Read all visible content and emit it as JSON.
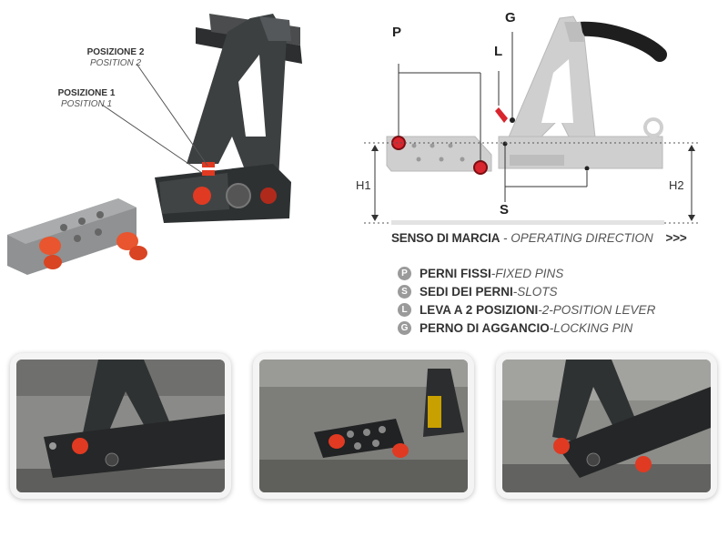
{
  "callouts": {
    "position2_it": "POSIZIONE 2",
    "position2_en": "POSITION 2",
    "position1_it": "POSIZIONE 1",
    "position1_en": "POSITION 1"
  },
  "diagram": {
    "label_p": "P",
    "label_g": "G",
    "label_l": "L",
    "label_s": "S",
    "label_h1": "H1",
    "label_h2": "H2"
  },
  "direction": {
    "it": "SENSO DI MARCIA",
    "sep": " - ",
    "en": "OPERATING DIRECTION",
    "arrows": ">>>"
  },
  "legend": [
    {
      "icon": "P",
      "it": "PERNI FISSI",
      "sep": " - ",
      "en": "FIXED PINS"
    },
    {
      "icon": "S",
      "it": "SEDI DEI PERNI",
      "sep": " - ",
      "en": "SLOTS"
    },
    {
      "icon": "L",
      "it": "LEVA A 2 POSIZIONI",
      "sep": " - ",
      "en": "2-POSITION LEVER"
    },
    {
      "icon": "G",
      "it": "PERNO DI AGGANCIO",
      "sep": "- ",
      "en": "LOCKING PIN"
    }
  ],
  "colors": {
    "metal_dark": "#3a3c3d",
    "pin_red": "#e03a22",
    "schematic_grey": "#cfcfcf",
    "legend_icon": "#9a9a9a"
  }
}
